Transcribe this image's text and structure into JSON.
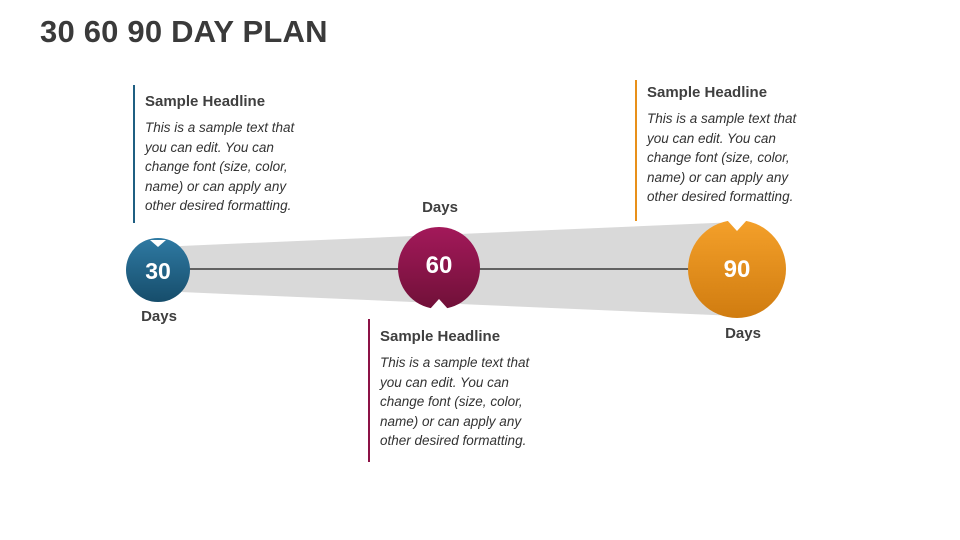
{
  "title": "30 60 90 DAY PLAN",
  "colors": {
    "blue": "#1f5f82",
    "crimson": "#8c1246",
    "orange": "#e8901a",
    "band": "#d9d9d9",
    "line": "#3a3a3a"
  },
  "milestones": [
    {
      "number": "30",
      "days_label": "Days",
      "headline": "Sample Headline",
      "text": "This is a sample text that you can edit. You can change font (size, color, name) or can apply any other desired formatting."
    },
    {
      "number": "60",
      "days_label": "Days",
      "headline": "Sample Headline",
      "text": "This is a sample text that you can edit. You can change font (size, color, name) or can apply any other desired formatting."
    },
    {
      "number": "90",
      "days_label": "Days",
      "headline": "Sample Headline",
      "text": "This is a sample text that you can edit. You can change font (size, color, name) or can apply any other desired formatting."
    }
  ]
}
